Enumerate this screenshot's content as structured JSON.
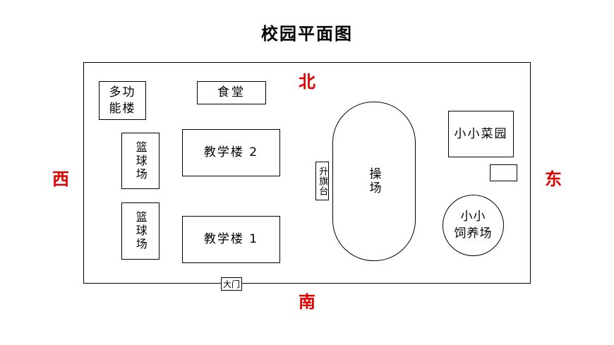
{
  "title": "校园平面图",
  "directions": {
    "north": "北",
    "south": "南",
    "west": "西",
    "east": "东"
  },
  "buildings": {
    "multi_function": "多功\n能楼",
    "canteen": "食堂",
    "basketball_1": "篮球场",
    "basketball_2": "篮球场",
    "teaching_2": "教学楼 2",
    "teaching_1": "教学楼 1",
    "flag_platform": "升旗台",
    "playground": "操场",
    "vegetable_garden": "小小菜园",
    "breeding_farm": "小小\n饲养场",
    "main_gate": "大门",
    "small_box": ""
  },
  "colors": {
    "direction": "#e00000",
    "lines": "#000000"
  }
}
